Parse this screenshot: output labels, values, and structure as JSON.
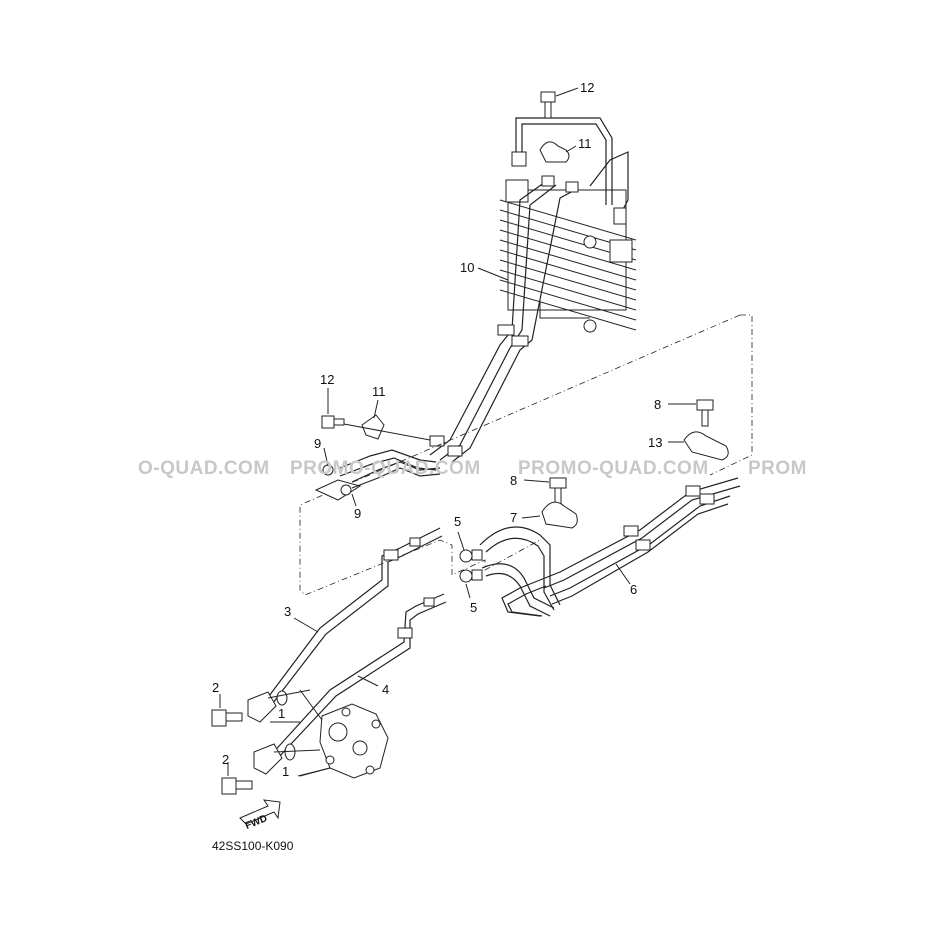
{
  "diagram": {
    "callouts": {
      "c1a": "1",
      "c1b": "1",
      "c2a": "2",
      "c2b": "2",
      "c3": "3",
      "c4": "4",
      "c5a": "5",
      "c5b": "5",
      "c6": "6",
      "c7": "7",
      "c8a": "8",
      "c8b": "8",
      "c9a": "9",
      "c9b": "9",
      "c10": "10",
      "c11a": "11",
      "c11b": "11",
      "c12a": "12",
      "c12b": "12",
      "c13": "13"
    },
    "watermark": {
      "left": "O-QUAD.COM",
      "center": "PROMO-QUAD.COM",
      "right": "PROMO-QUAD.COM",
      "edge": "PROM"
    },
    "fwd_label": "FWD",
    "code": "42SS100-K090"
  }
}
